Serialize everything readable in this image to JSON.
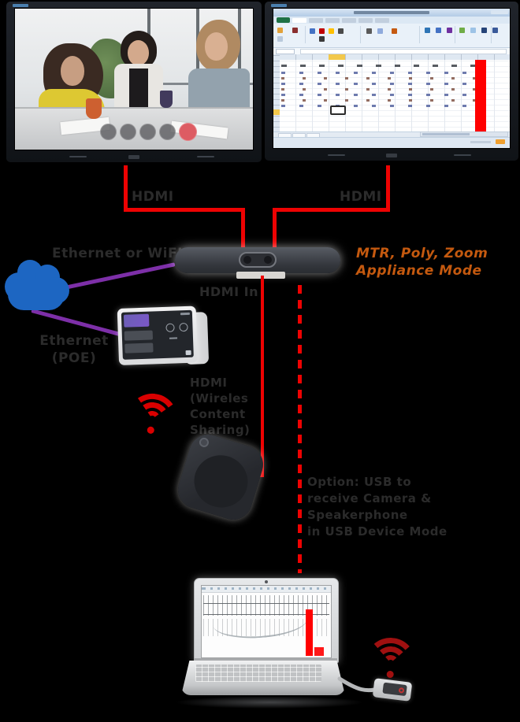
{
  "labels": {
    "hdmi_left": "HDMI",
    "hdmi_right": "HDMI",
    "hdmi_in": "HDMI In",
    "ethernet_or_wifi": "Ethernet or WiFI",
    "ethernet_poe_line1": "Ethernet",
    "ethernet_poe_line2": "(POE)",
    "wireless_line1": "HDMI",
    "wireless_line2": "(Wireles",
    "wireless_line3": "Content",
    "wireless_line4": "Sharing)",
    "appliance_line1": "MTR, Poly, Zoom",
    "appliance_line2": "Appliance Mode",
    "usb_line1": "Option: USB to",
    "usb_line2": "receive Camera &",
    "usb_line3": "Speakerphone",
    "usb_line4": "in USB Device Mode"
  },
  "colors": {
    "background": "#000000",
    "hdmi_line_red": "#ee0202",
    "network_line_purple": "#7d2fa8",
    "cloud_blue": "#1d66c2",
    "label_text": "#2b2b2b",
    "appliance_mode_orange": "#c4590f",
    "wifi_icon_red": "#d90000",
    "wifi_icon_dark_red": "#a01010",
    "spreadsheet_bar_red": "#ff0000"
  },
  "icons": {
    "cloud": "css-cloud-shape",
    "wifi_top": "css-wifi-arcs",
    "wifi_bottom": "css-wifi-arcs"
  }
}
